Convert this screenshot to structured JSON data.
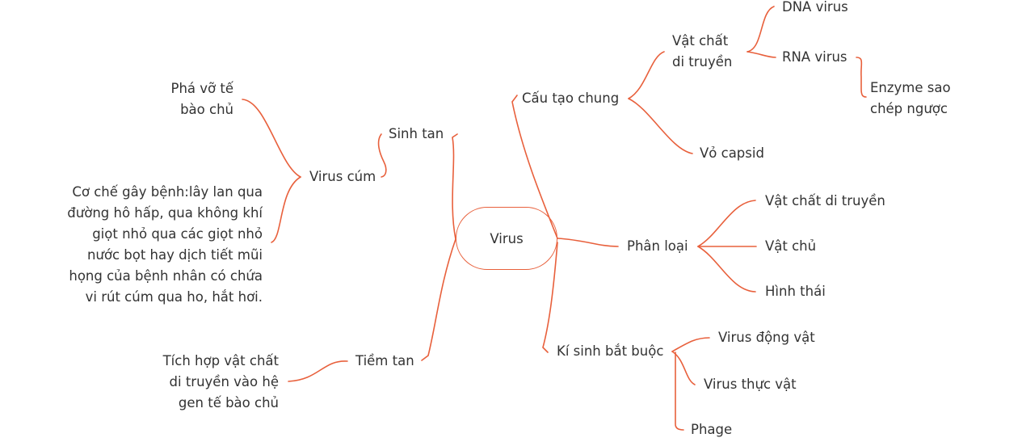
{
  "central": "Virus",
  "nodes": {
    "cau_tao_chung": "Cấu tạo chung",
    "vat_chat_di_truyen": "Vật chất\ndi truyền",
    "dna_virus": "DNA virus",
    "rna_virus": "RNA virus",
    "enzyme": "Enzyme sao\nchép ngược",
    "vo_capsid": "Vỏ capsid",
    "phan_loai": "Phân loại",
    "pl_vat_chat": "Vật chất di truyền",
    "pl_vat_chu": "Vật chủ",
    "pl_hinh_thai": "Hình thái",
    "ki_sinh": "Kí sinh bắt buộc",
    "virus_dong_vat": "Virus động vật",
    "virus_thuc_vat": "Virus thực vật",
    "phage": "Phage",
    "sinh_tan": "Sinh tan",
    "virus_cum": "Virus cúm",
    "pha_vo": "Phá vỡ tế\nbào chủ",
    "co_che": "Cơ chế gây bệnh:lây lan qua\nđường hô hấp, qua không khí\ngiọt nhỏ qua các giọt nhỏ\nnước bọt hay dịch tiết mũi\nhọng của bệnh nhân có chứa\nvi rút cúm qua ho, hắt hơi.",
    "tiem_tan": "Tiềm tan",
    "tich_hop": "Tích hợp vật chất\ndi truyền vào hệ\ngen tế bào chủ"
  },
  "colors": {
    "edge": "#e8603c",
    "text": "#333333"
  }
}
